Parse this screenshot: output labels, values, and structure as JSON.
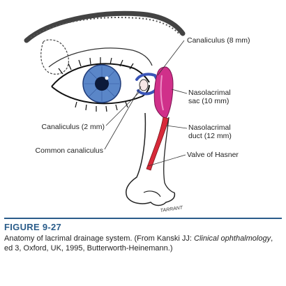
{
  "labels": {
    "canaliculus_upper": "Canaliculus (8 mm)",
    "sac_line1": "Nasolacrimal",
    "sac_line2": "sac (10 mm)",
    "canaliculus_lower": "Canaliculus (2 mm)",
    "duct_line1": "Nasolacrimal",
    "duct_line2": "duct (12 mm)",
    "common_canaliculus": "Common canaliculus",
    "valve": "Valve of Hasner",
    "signature": "TARRANT"
  },
  "caption": {
    "figure_number": "FIGURE 9-27",
    "text_before_italic": "Anatomy of lacrimal drainage system. (From Kanski JJ: ",
    "italic": "Clinical ophthalmology",
    "text_after_italic": ", ed 3, Oxford, UK, 1995, Butterworth-Heinemann.)"
  },
  "colors": {
    "iris": "#5a86c8",
    "canaliculus": "#3a55b8",
    "sac": "#d0308a",
    "duct": "#d82a3a",
    "caption_accent": "#2a5c8a"
  }
}
